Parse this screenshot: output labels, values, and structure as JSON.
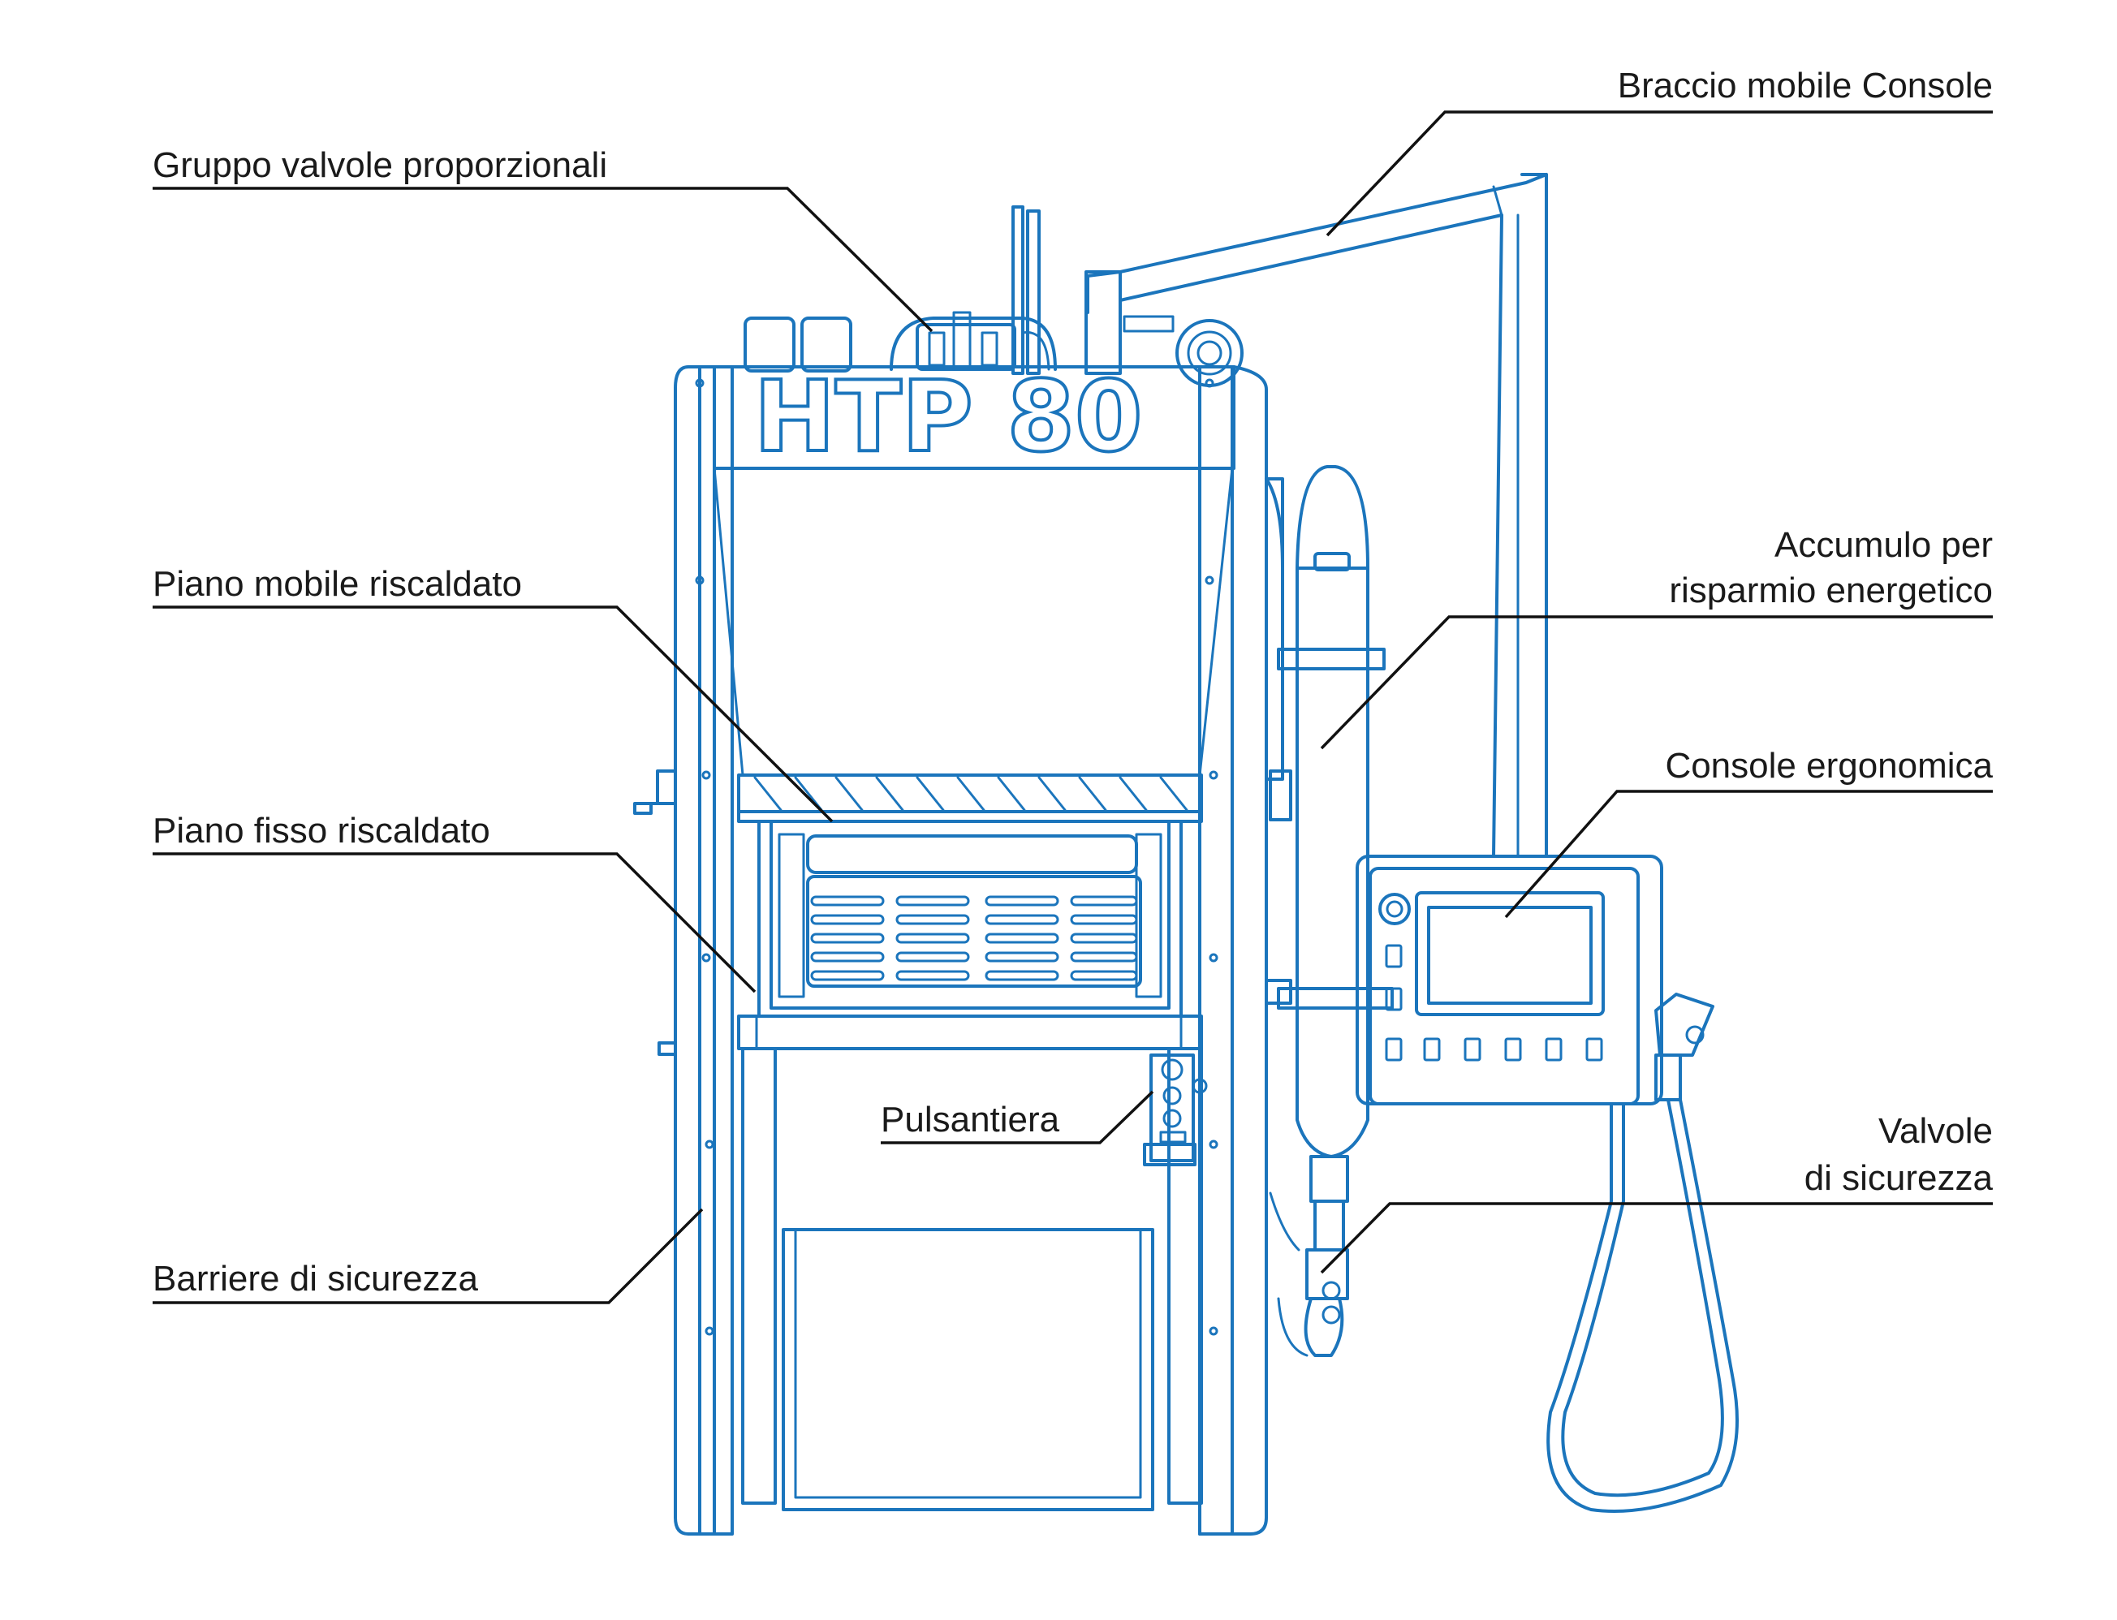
{
  "machine": {
    "brand_label": "HTP 80",
    "line_color": "#1b75bc",
    "leader_color": "#111111"
  },
  "labels": {
    "gruppo_valvole": "Gruppo valvole proporzionali",
    "piano_mobile": "Piano mobile riscaldato",
    "piano_fisso": "Piano fisso riscaldato",
    "barriere": "Barriere di sicurezza",
    "pulsantiera": "Pulsantiera",
    "braccio": "Braccio mobile Console",
    "accumulo_1": "Accumulo per",
    "accumulo_2": "risparmio energetico",
    "console": "Console ergonomica",
    "valvole_1": "Valvole",
    "valvole_2": "di sicurezza"
  }
}
